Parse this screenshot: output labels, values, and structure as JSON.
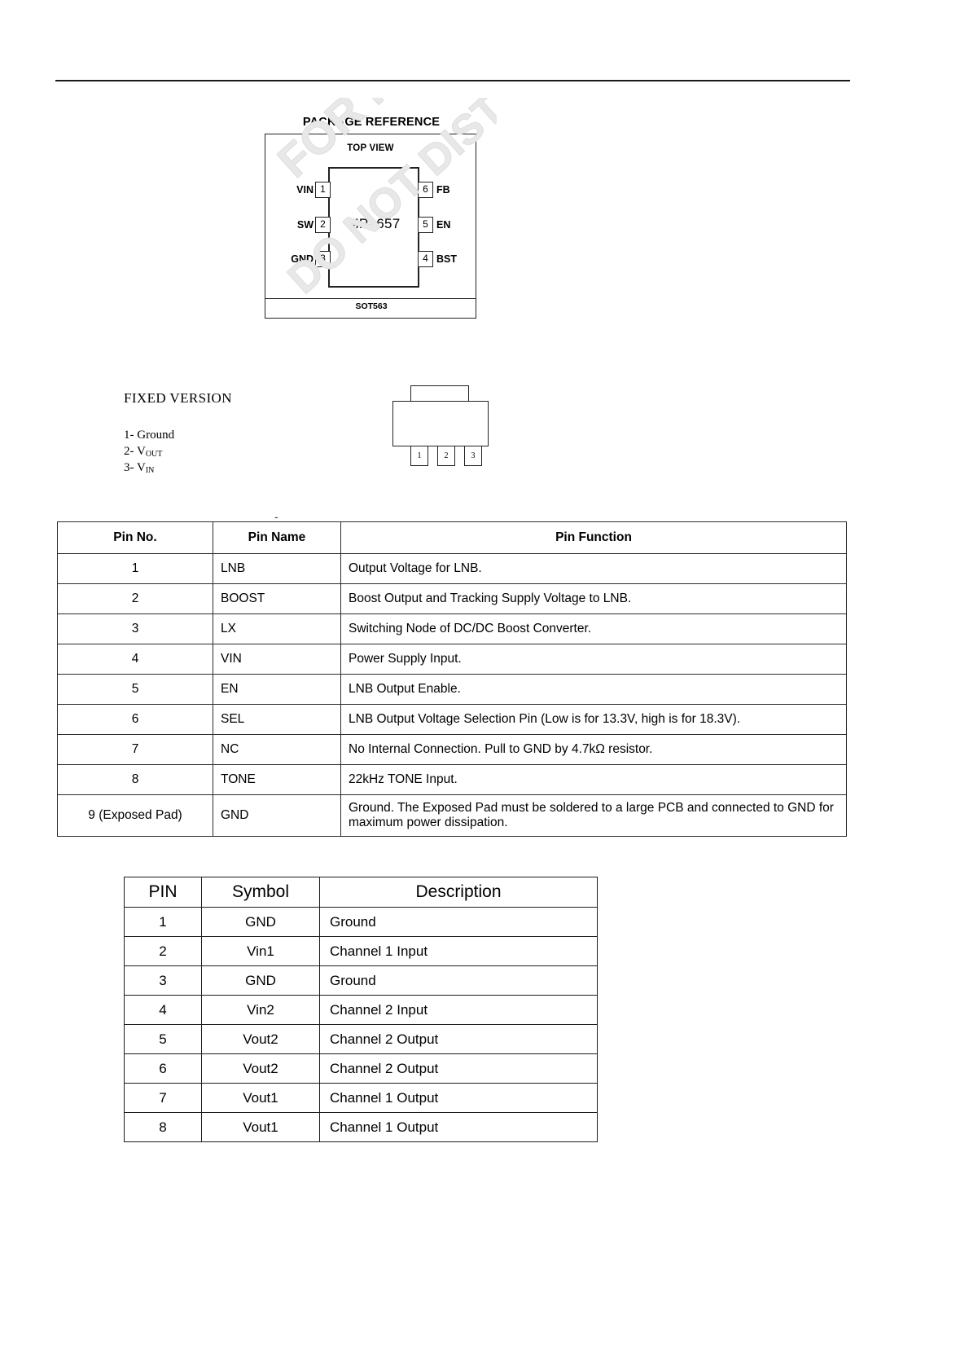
{
  "package_reference": {
    "title": "PACKAGE REFERENCE",
    "view_label": "TOP VIEW",
    "chip_name": "MP1657",
    "footer_label": "SOT563",
    "left_pins": [
      {
        "name": "VIN",
        "number": "1"
      },
      {
        "name": "SW",
        "number": "2"
      },
      {
        "name": "GND",
        "number": "3"
      }
    ],
    "right_pins": [
      {
        "number": "6",
        "name": "FB"
      },
      {
        "number": "5",
        "name": "EN"
      },
      {
        "number": "4",
        "name": "BST"
      }
    ],
    "watermark_line1": "FOR INTERNAL USE",
    "watermark_line2": "DO NOT DISTRIBUTE"
  },
  "fixed_version": {
    "title": "FIXED VERSION",
    "pin_lines": [
      {
        "prefix": "1- ",
        "text": "Ground",
        "sub": ""
      },
      {
        "prefix": "2- ",
        "text": "V",
        "sub": "OUT"
      },
      {
        "prefix": "3- ",
        "text": "V",
        "sub": "IN"
      }
    ],
    "package_leads": [
      "1",
      "2",
      "3"
    ],
    "stray_mark": "-"
  },
  "table_pin_function": {
    "headers": [
      "Pin No.",
      "Pin Name",
      "Pin Function"
    ],
    "rows": [
      {
        "no": "1",
        "name": "LNB",
        "fn": "Output Voltage for LNB."
      },
      {
        "no": "2",
        "name": "BOOST",
        "fn": "Boost Output and Tracking Supply Voltage to LNB."
      },
      {
        "no": "3",
        "name": "LX",
        "fn": "Switching Node of DC/DC Boost Converter."
      },
      {
        "no": "4",
        "name": "VIN",
        "fn": "Power Supply Input."
      },
      {
        "no": "5",
        "name": "EN",
        "fn": "LNB Output Enable."
      },
      {
        "no": "6",
        "name": "SEL",
        "fn": "LNB Output Voltage Selection Pin (Low is for 13.3V, high is for 18.3V)."
      },
      {
        "no": "7",
        "name": "NC",
        "fn": "No Internal Connection. Pull to GND by 4.7kΩ resistor."
      },
      {
        "no": "8",
        "name": "TONE",
        "fn": " 22kHz TONE Input."
      },
      {
        "no": "9 (Exposed Pad)",
        "name": "GND",
        "fn": "Ground. The Exposed Pad must be soldered to a large PCB and connected to GND for maximum power dissipation."
      }
    ]
  },
  "table_pin_description": {
    "headers": [
      "PIN",
      "Symbol",
      "Description"
    ],
    "rows": [
      {
        "pin": "1",
        "symbol": "GND",
        "desc": "Ground"
      },
      {
        "pin": "2",
        "symbol": "Vin1",
        "desc": "Channel 1 Input"
      },
      {
        "pin": "3",
        "symbol": "GND",
        "desc": "Ground"
      },
      {
        "pin": "4",
        "symbol": "Vin2",
        "desc": "Channel 2 Input"
      },
      {
        "pin": "5",
        "symbol": "Vout2",
        "desc": "Channel 2 Output"
      },
      {
        "pin": "6",
        "symbol": "Vout2",
        "desc": "Channel 2 Output"
      },
      {
        "pin": "7",
        "symbol": "Vout1",
        "desc": "Channel 1 Output"
      },
      {
        "pin": "8",
        "symbol": "Vout1",
        "desc": "Channel 1 Output"
      }
    ]
  }
}
